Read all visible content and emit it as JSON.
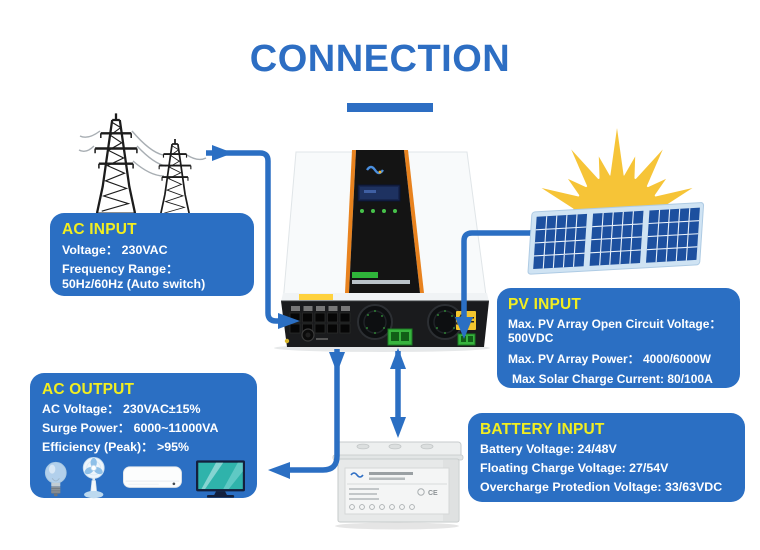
{
  "title": {
    "text": "CONNECTION"
  },
  "colors": {
    "primary_blue": "#2b6fc3",
    "title_blue": "#2d6ec3",
    "heading_yellow": "#f2ee20",
    "body_text": "#ffffff",
    "sun_yellow": "#f6c437",
    "panel_blue": "#1d509f"
  },
  "boxes": {
    "ac_input": {
      "heading": "AC INPUT",
      "specs": [
        "Voltage： 230VAC",
        "Frequency Range：",
        "50Hz/60Hz (Auto switch)"
      ]
    },
    "ac_output": {
      "heading": "AC OUTPUT",
      "specs": [
        "AC Voltage： 230VAC±15%",
        "Surge Power： 6000~11000VA",
        "Efficiency (Peak)： >95%"
      ],
      "appliance_icons": [
        "bulb-icon",
        "fan-icon",
        "air-conditioner-icon",
        "tv-icon"
      ]
    },
    "pv_input": {
      "heading": "PV INPUT",
      "specs": [
        "Max. PV Array Open Circuit Voltage：",
        "500VDC",
        "Max. PV Array Power： 4000/6000W",
        "Max Solar Charge Current: 80/100A"
      ]
    },
    "battery_input": {
      "heading": "BATTERY INPUT",
      "specs": [
        "Battery Voltage: 24/48V",
        "Floating Charge Voltage: 27/54V",
        "Overcharge Protedion Voltage: 33/63VDC"
      ]
    }
  },
  "illustrations": {
    "left_top": "power-transmission-towers",
    "right_top": "sun-and-solar-panels",
    "center": "hybrid-solar-inverter",
    "bottom_center": "storage-battery"
  },
  "connections": [
    {
      "name": "grid-to-inverter",
      "direction": "into-inverter"
    },
    {
      "name": "pv-to-inverter",
      "direction": "into-inverter"
    },
    {
      "name": "inverter-to-loads",
      "direction": "out-of-inverter"
    },
    {
      "name": "inverter-battery",
      "direction": "bidirectional"
    }
  ]
}
